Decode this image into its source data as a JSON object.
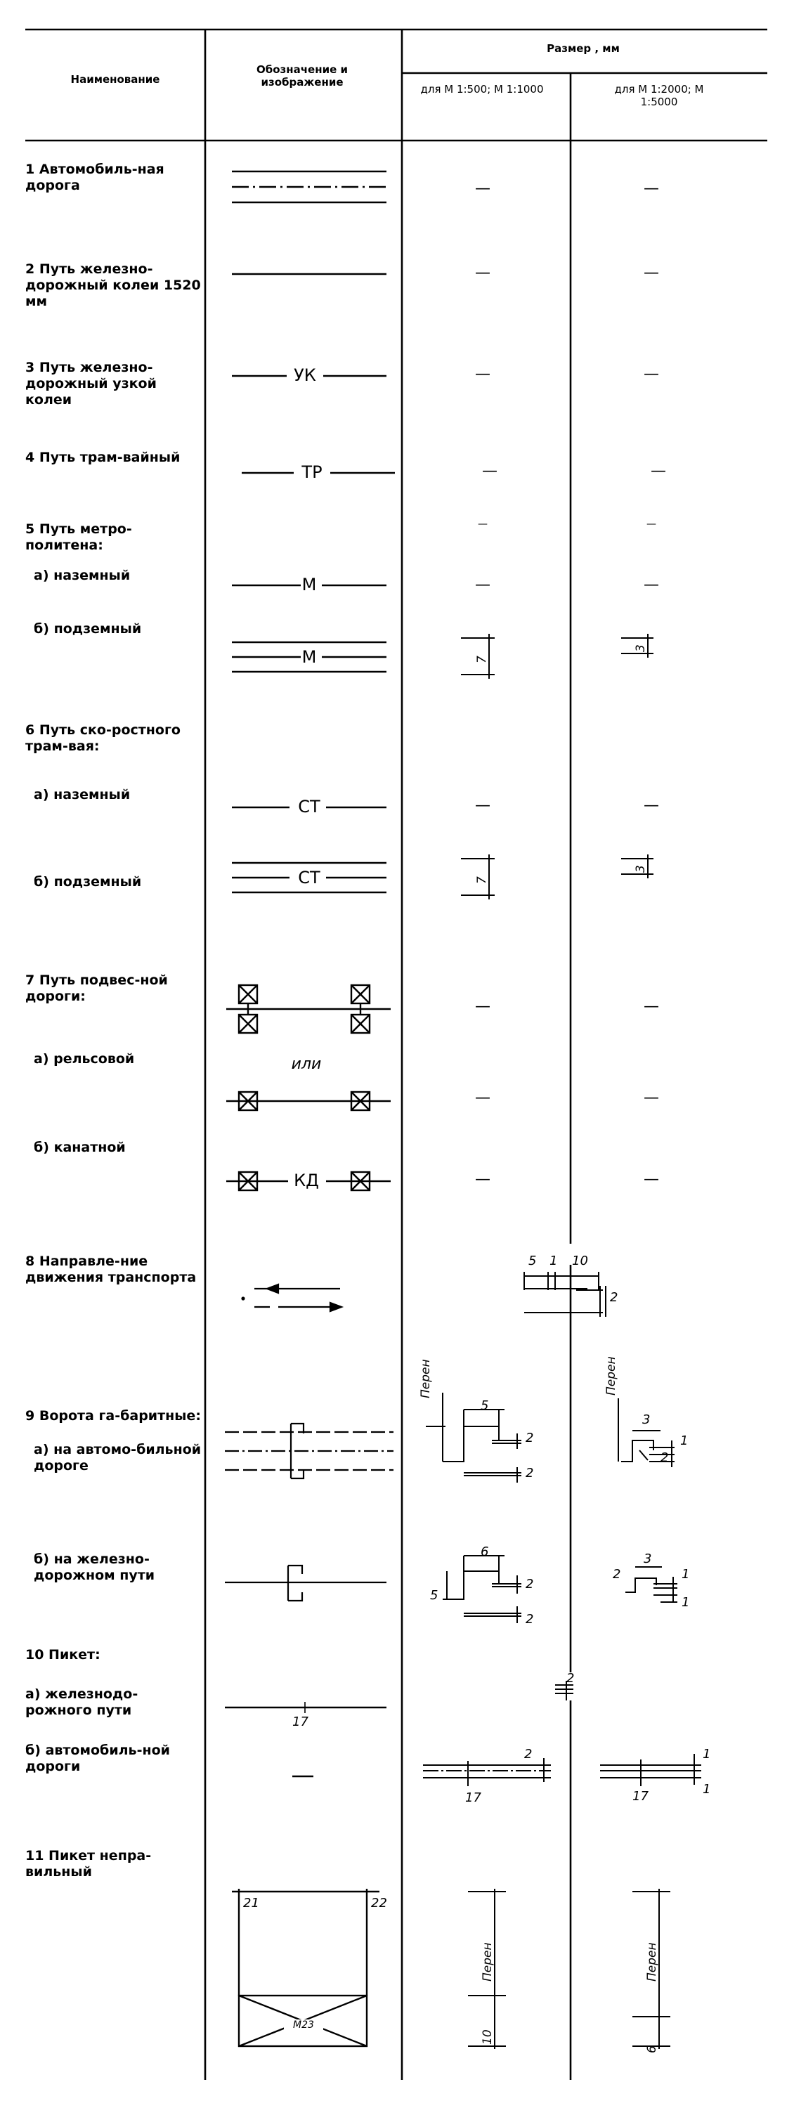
{
  "header": {
    "col_name": "Наименование",
    "col_symbol": "Обозначение и изображение",
    "col_size": "Размер , мм",
    "col_scale_large": "для М 1:500; М 1:1000",
    "col_scale_small": "для М 1:2000; М 1:5000"
  },
  "rows": [
    {
      "id": 1,
      "name": "1 Автомобиль-ная дорога"
    },
    {
      "id": 2,
      "name": "2 Путь железно-дорожный колеи 1520 мм"
    },
    {
      "id": 3,
      "name": "3 Путь железно-дорожный узкой колеи",
      "code": "УК"
    },
    {
      "id": 4,
      "name": "4 Путь трам-вайный",
      "code": "ТР"
    },
    {
      "id": 5,
      "name": "5 Путь метро-политена:",
      "sub_a": "а) наземный",
      "sub_b": "б) подземный",
      "code": "М"
    },
    {
      "id": 6,
      "name": "6 Путь ско-ростного трам-вая:",
      "sub_a": "а) наземный",
      "sub_b": "б) подземный",
      "code": "СТ"
    },
    {
      "id": 7,
      "name": "7 Путь подвес-ной дороги:",
      "sub_a": "а) рельсовой",
      "sub_b": "б) канатной",
      "alt": "или",
      "code": "КД"
    },
    {
      "id": 8,
      "name": "8 Направле-ние движения транспорта"
    },
    {
      "id": 9,
      "name": "9 Ворота га-баритные:",
      "sub_a": "а) на автомо-бильной дороге",
      "sub_b": "б) на железно-дорожном пути"
    },
    {
      "id": 10,
      "name": "10 Пикет:",
      "sub_a": "а) железнодо-рожного пути",
      "sub_b": "б) автомобиль-ной дороги",
      "label": "17"
    },
    {
      "id": 11,
      "name": "11 Пикет непра-вильный",
      "left_mark": "21",
      "right_mark": "22",
      "box_label": "М23"
    }
  ],
  "dims": {
    "dash": "—",
    "metro_large": "7",
    "metro_small": "3",
    "arrows": [
      "5",
      "1",
      "10",
      "2"
    ],
    "per": "Перен",
    "gate_large": [
      "5",
      "2",
      "2"
    ],
    "gate_small": [
      "3",
      "2",
      "1"
    ],
    "gate_rail_large": [
      "6",
      "5",
      "2",
      "2"
    ],
    "gate_rail_small": [
      "3",
      "2",
      "1",
      "1"
    ],
    "picket_rail": "2",
    "picket_road_large": [
      "2",
      "17"
    ],
    "picket_road_small": [
      "1",
      "1",
      "17"
    ],
    "picket_wrong_large": "10",
    "picket_wrong_small": "6"
  }
}
